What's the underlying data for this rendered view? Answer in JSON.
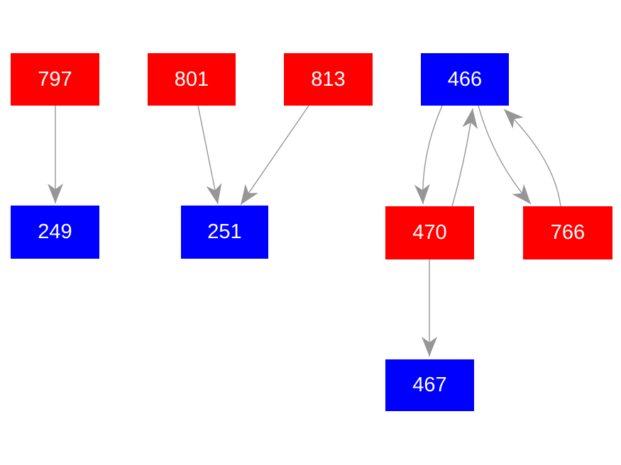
{
  "graph": {
    "background": "#ffffff",
    "colors": {
      "red": "#ff0000",
      "blue": "#0000ff",
      "edge": "#969696",
      "label_text": "#ffffff"
    },
    "nodes": [
      {
        "id": "797",
        "label": "797",
        "color": "red"
      },
      {
        "id": "801",
        "label": "801",
        "color": "red"
      },
      {
        "id": "813",
        "label": "813",
        "color": "red"
      },
      {
        "id": "466",
        "label": "466",
        "color": "blue"
      },
      {
        "id": "249",
        "label": "249",
        "color": "blue"
      },
      {
        "id": "251",
        "label": "251",
        "color": "blue"
      },
      {
        "id": "470",
        "label": "470",
        "color": "red"
      },
      {
        "id": "766",
        "label": "766",
        "color": "red"
      },
      {
        "id": "467",
        "label": "467",
        "color": "blue"
      }
    ],
    "edges": [
      {
        "from": "797",
        "to": "249"
      },
      {
        "from": "801",
        "to": "251"
      },
      {
        "from": "813",
        "to": "251"
      },
      {
        "from": "466",
        "to": "470"
      },
      {
        "from": "470",
        "to": "466"
      },
      {
        "from": "466",
        "to": "766"
      },
      {
        "from": "766",
        "to": "466"
      },
      {
        "from": "470",
        "to": "467"
      }
    ]
  }
}
